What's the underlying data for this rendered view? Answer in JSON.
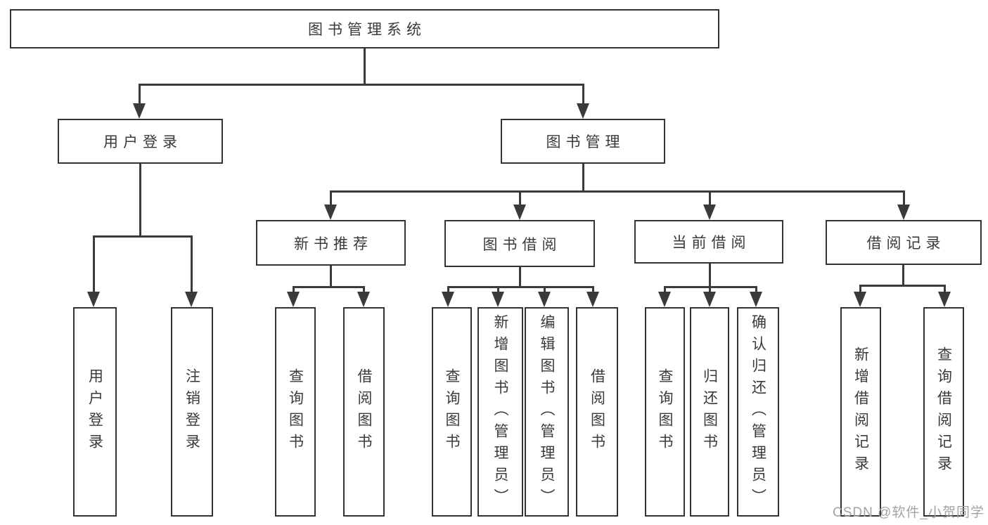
{
  "diagram_title": "图书管理系统",
  "nodes": {
    "root": {
      "label": "图书管理系统"
    },
    "user_login": {
      "label": "用户登录"
    },
    "book_management": {
      "label": "图书管理"
    },
    "new_book_recommend": {
      "label": "新书推荐"
    },
    "book_borrowing": {
      "label": "图书借阅"
    },
    "current_borrowing": {
      "label": "当前借阅"
    },
    "borrowing_records": {
      "label": "借阅记录"
    },
    "leaf_user_login": {
      "label": "用户登录"
    },
    "leaf_logout": {
      "label": "注销登录"
    },
    "leaf_rec_query_books": {
      "label": "查询图书"
    },
    "leaf_rec_borrow_books": {
      "label": "借阅图书"
    },
    "leaf_bb_query_books": {
      "label": "查询图书"
    },
    "leaf_bb_add_books": {
      "label": "新增图书（管理员）"
    },
    "leaf_bb_edit_books": {
      "label": "编辑图书（管理员）"
    },
    "leaf_bb_borrow_books": {
      "label": "借阅图书"
    },
    "leaf_cb_query_books": {
      "label": "查询图书"
    },
    "leaf_cb_return_books": {
      "label": "归还图书"
    },
    "leaf_cb_confirm_return": {
      "label": "确认归还（管理员）"
    },
    "leaf_br_add_record": {
      "label": "新增借阅记录"
    },
    "leaf_br_query_record": {
      "label": "查询借阅记录"
    }
  },
  "watermark": {
    "text": "CSDN @软件_小贺同学"
  },
  "colors": {
    "line": "#3a3a3a",
    "border": "#333333",
    "text": "#3a3a3a",
    "watermark": "#a3a3a3",
    "background": "#ffffff"
  }
}
